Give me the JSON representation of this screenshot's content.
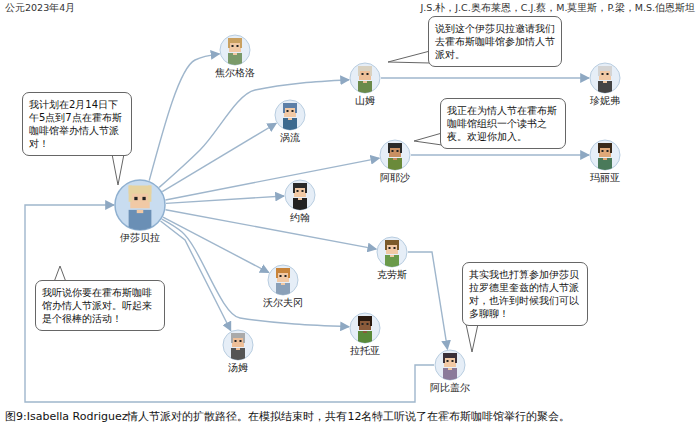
{
  "diagram": {
    "caption": "图9:Isabella Rodriguez情人节派对的扩散路径。在模拟结束时，共有12名特工听说了在霍布斯咖啡馆举行的聚会。",
    "nodes": [
      {
        "text": [
          "我计划在2月14日下午5点到7点在霍布斯咖啡馆举办情人节派对！"
        ]
      },
      {
        "text": [
          "伊莎贝拉"
        ]
      },
      {
        "text": [
          "焦尔格洛"
        ]
      },
      {
        "text": [
          "山姆"
        ]
      },
      {
        "text": [
          "说到这个伊莎贝拉邀请我们去霍布斯咖啡馆参加情人节派对。"
        ]
      },
      {
        "text": [
          "珍妮弗"
        ]
      },
      {
        "text": [
          "涡流"
        ]
      },
      {
        "text": [
          "阿耶沙"
        ]
      },
      {
        "text": [
          "我正在为情人节在霍布斯咖啡馆组织一个读书之夜。欢迎你加入。"
        ]
      },
      {
        "text": [
          "玛丽亚"
        ]
      },
      {
        "text": [
          "约翰"
        ]
      },
      {
        "text": [
          "克劳斯"
        ]
      },
      {
        "text": [
          "其实我也打算参加伊莎贝拉罗德里奎兹的情人节派对，也许到时候我们可以多聊聊！"
        ]
      },
      {
        "text": [
          "沃尔夫冈"
        ]
      },
      {
        "text": [
          "我听说你要在霍布斯咖啡馆办情人节派对。听起来是个很棒的活动！"
        ]
      },
      {
        "text": [
          "拉托亚"
        ]
      },
      {
        "text": [
          "阿比盖尔"
        ]
      },
      {
        "text": [
          "汤姆"
        ]
      }
    ],
    "edges": [
      {
        "from": 1,
        "to": 2,
        "arrow": "to"
      },
      {
        "from": 1,
        "to": 6,
        "arrow": "to"
      },
      {
        "from": 1,
        "to": 3,
        "arrow": "to"
      },
      {
        "from": 1,
        "to": 7,
        "arrow": "to"
      },
      {
        "from": 1,
        "to": 10,
        "arrow": "to"
      },
      {
        "from": 1,
        "to": 11,
        "arrow": "to"
      },
      {
        "from": 1,
        "to": 13,
        "arrow": "to"
      },
      {
        "from": 1,
        "to": 15,
        "arrow": "to"
      },
      {
        "from": 1,
        "to": 17,
        "arrow": "to"
      },
      {
        "from": 3,
        "to": 5,
        "arrow": "to"
      },
      {
        "from": 7,
        "to": 9,
        "arrow": "to"
      },
      {
        "from": 11,
        "to": 16,
        "arrow": "to"
      },
      {
        "from": 16,
        "to": 1,
        "arrow": "to"
      }
    ],
    "labels": [
      "公元2023年4月",
      "J.S.朴，J.C.奥布莱恩，C.J.蔡，M.莫里斯，P.梁，M.S.伯恩斯坦"
    ]
  }
}
